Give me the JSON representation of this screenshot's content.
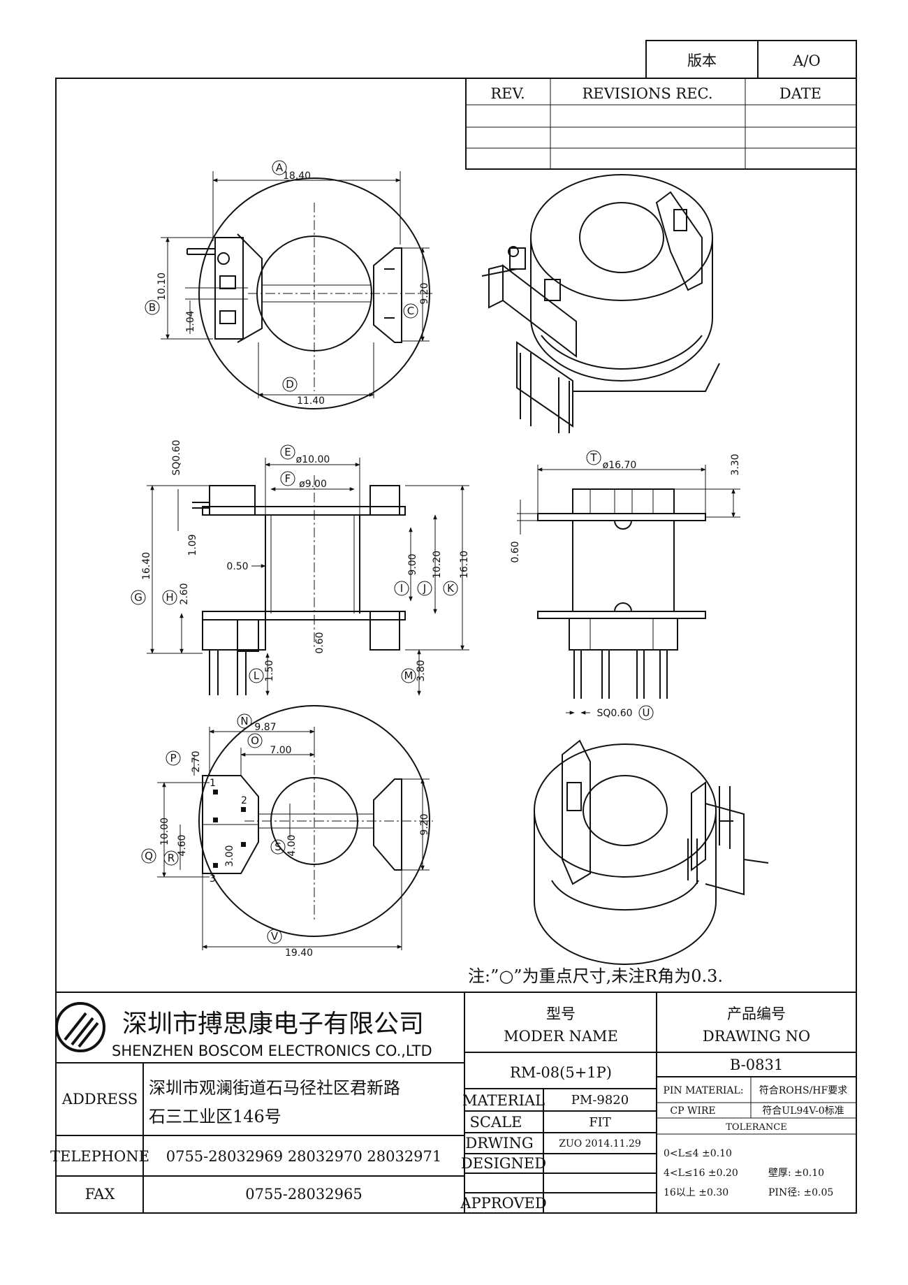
{
  "version": {
    "label": "版本",
    "value": "A/O"
  },
  "revisions": {
    "rev_header": "REV.",
    "rec_header": "REVISIONS REC.",
    "date_header": "DATE",
    "rows": [
      [
        "",
        "",
        ""
      ],
      [
        "",
        "",
        ""
      ],
      [
        "",
        "",
        ""
      ]
    ]
  },
  "views": {
    "top": {
      "A": "A",
      "A_value": "18.40",
      "B": "B",
      "B_value": "10.10",
      "B2_value": "1.04",
      "C": "C",
      "C_value": "9.20",
      "D": "D",
      "D_value": "11.40"
    },
    "side": {
      "E": "E",
      "E_value": "ø10.00",
      "F": "F",
      "F_value": "ø9.00",
      "sq_value": "SQ0.60",
      "G": "G",
      "G_value": "16.40",
      "H": "H",
      "H_value": "2.60",
      "h2_value": "1.09",
      "wall_value": "0.50",
      "gap_value": "0.60",
      "I": "I",
      "I_value": "9.00",
      "J": "J",
      "J_value": "10.20",
      "K": "K",
      "K_value": "16.10",
      "L": "L",
      "L_value": "1.50",
      "M": "M",
      "M_value": "3.80"
    },
    "front": {
      "T": "T",
      "T_value": "ø16.70",
      "t2_value": "3.30",
      "t3_value": "0.60",
      "U": "U",
      "U_value": "SQ0.60"
    },
    "bottom": {
      "N": "N",
      "N_value": "9.87",
      "O": "O",
      "O_value": "7.00",
      "P": "P",
      "P_value": "2.70",
      "Q": "Q",
      "Q_value": "10.00",
      "R": "R",
      "R_value": "4.60",
      "r2_value": "3.00",
      "S": "S",
      "S_value": "4.00",
      "s2_value": "9.20",
      "V": "V",
      "V_value": "19.40",
      "pin_1": "1",
      "pin_2": "2",
      "pin_3": "3"
    }
  },
  "note": "注:”○”为重点尺寸,未注R角为0.3.",
  "company": {
    "name_cn": "深圳市搏思康电子有限公司",
    "name_en": "SHENZHEN BOSCOM ELECTRONICS CO.,LTD"
  },
  "address": {
    "label": "ADDRESS",
    "line1": "深圳市观澜街道石马径社区君新路",
    "line2": "石三工业区146号"
  },
  "telephone": {
    "label": "TELEPHONE",
    "value": "0755-28032969 28032970 28032971"
  },
  "fax": {
    "label": "FAX",
    "value": "0755-28032965"
  },
  "model": {
    "label_cn": "型号",
    "label_en": "MODER NAME",
    "value": "RM-08(5+1P)"
  },
  "drawing_no": {
    "label_cn": "产品编号",
    "label_en": "DRAWING NO",
    "value": "B-0831"
  },
  "material": {
    "label": "MATERIAL",
    "value": "PM-9820"
  },
  "scale": {
    "label": "SCALE",
    "value": "FIT"
  },
  "drwing": {
    "label": "DRWING",
    "value": "ZUO 2014.11.29"
  },
  "designed": {
    "label": "DESIGNED",
    "value": ""
  },
  "approved": {
    "label": "APPROVED",
    "value": ""
  },
  "pin_material": {
    "label": "PIN MATERIAL:",
    "value": "CP WIRE",
    "req1": "符合ROHS/HF要求",
    "req2": "符合UL94V-0标准"
  },
  "tolerance": {
    "title": "TOLERANCE",
    "r1": "0<L≤4  ±0.10",
    "r2": "4<L≤16  ±0.20",
    "r3": "16以上     ±0.30",
    "wall": "壁厚:  ±0.10",
    "pin": "PIN径: ±0.05"
  }
}
